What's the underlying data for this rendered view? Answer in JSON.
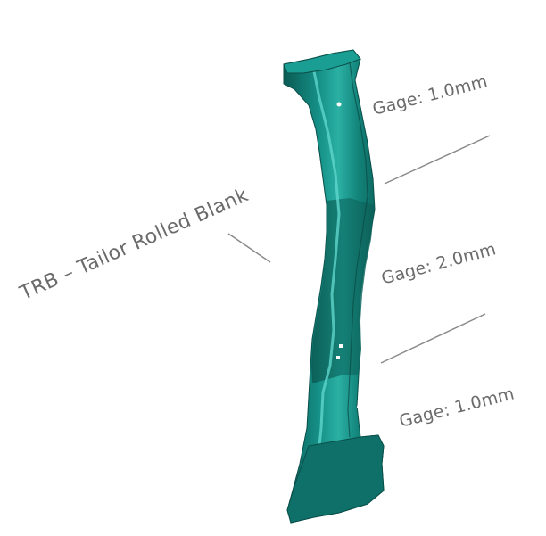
{
  "title": "TRB – Tailor Rolled Blank",
  "zones": [
    {
      "label": "Gage: 1.0mm"
    },
    {
      "label": "Gage: 2.0mm"
    },
    {
      "label": "Gage: 1.0mm"
    }
  ],
  "colors": {
    "part_base": "#13897f",
    "part_dark": "#0b5e57",
    "part_light": "#3fc0b4",
    "text": "#6b6b6b",
    "leader": "#8a8a8a"
  }
}
